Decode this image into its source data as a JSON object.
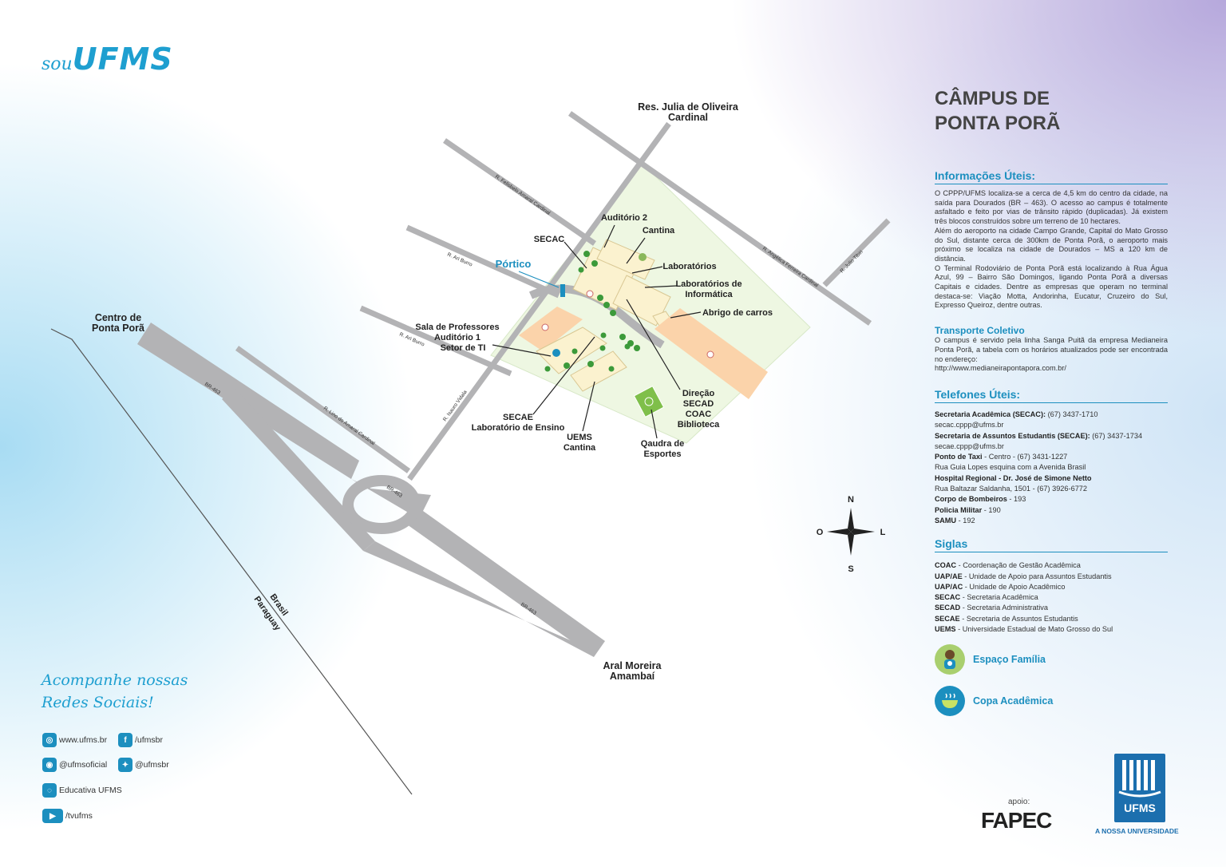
{
  "brand": {
    "sou": "sou",
    "ufms": "UFMS"
  },
  "map": {
    "streets": {
      "felisbelo": "R. Felisbelo Amaral Cardinal",
      "ari_burro_1": "R. Ari Burro",
      "ari_burro_2": "R. Ari Burro",
      "lino": "R. Lino do Amaral Cardinal",
      "isauro": "R. Isauro Vidala",
      "angelica": "R. Angélica Ferreira Cardinal",
      "julio": "R. Julio Tibiri",
      "br463_1": "BR-463",
      "br463_2": "BR-463",
      "br463_3": "BR-463",
      "brasil": "Brasil",
      "paraguay": "Paraguay"
    },
    "places": {
      "res_julia_1": "Res. Julia de Oliveira",
      "res_julia_2": "Cardinal",
      "centro_1": "Centro de",
      "centro_2": "Ponta Porã",
      "aral_1": "Aral Moreira",
      "aral_2": "Amambaí"
    },
    "labels": {
      "auditorio2": "Auditório 2",
      "cantina": "Cantina",
      "secac": "SECAC",
      "laboratorios": "Laboratórios",
      "labinfo_1": "Laboratórios de",
      "labinfo_2": "Informática",
      "abrigo": "Abrigo de carros",
      "portico": "Pórtico",
      "sala_1": "Sala de Professores",
      "sala_2": "Auditório 1",
      "sala_3": "Setor de TI",
      "direcao_1": "Direção",
      "direcao_2": "SECAD",
      "direcao_3": "COAC",
      "direcao_4": "Biblioteca",
      "secae_1": "SECAE",
      "secae_2": "Laboratório de Ensino",
      "uems_1": "UEMS",
      "uems_2": "Cantina",
      "quadra_1": "Qaudra de",
      "quadra_2": "Esportes"
    },
    "compass": {
      "n": "N",
      "s": "S",
      "o": "O",
      "l": "L"
    }
  },
  "panel": {
    "title_1": "CÂMPUS DE",
    "title_2": "PONTA PORÃ",
    "info_title": "Informações Úteis:",
    "info_p1": "O CPPP/UFMS localiza-se a cerca de 4,5 km do centro da cidade, na saída para Dourados (BR – 463). O acesso ao campus é totalmente asfaltado e feito por vias de trânsito rápido (duplicadas). Já existem três blocos construídos sobre um terreno de 10 hectares.",
    "info_p2": "Além do aeroporto na cidade Campo Grande, Capital do Mato Grosso do Sul, distante cerca de 300km de Ponta Porã, o aeroporto mais próximo se localiza na cidade de Dourados – MS a 120 km de distância.",
    "info_p3": "O Terminal Rodoviário de Ponta Porã está localizando à Rua Água Azul, 99 – Bairro São Domingos, ligando Ponta Porã a diversas Capitais e cidades. Dentre as empresas que operam no terminal destaca-se: Viação Motta, Andorinha, Eucatur, Cruzeiro do Sul, Expresso Queiroz, dentre outras.",
    "transporte_title": "Transporte Coletivo",
    "transporte_p": "O campus é servido pela linha Sanga Puitã da empresa Medianeira Ponta Porã, a tabela com os horários atualizados pode ser encontrada no endereço:",
    "transporte_url": "http://www.medianeirapontapora.com.br/",
    "tel_title": "Telefones Úteis:",
    "tel": [
      {
        "b": "Secretaria Acadêmica (SECAC):",
        "t": " (67) 3437-1710"
      },
      {
        "b": "",
        "t": "secac.cppp@ufms.br"
      },
      {
        "b": "Secretaria de Assuntos Estudantis (SECAE):",
        "t": " (67) 3437-1734"
      },
      {
        "b": "",
        "t": "secae.cppp@ufms.br"
      },
      {
        "b": "Ponto de Taxi",
        "t": " - Centro - (67) 3431-1227"
      },
      {
        "b": "",
        "t": "Rua Guia Lopes esquina com a Avenida Brasil"
      },
      {
        "b": "Hospital Regional - Dr. José de Simone Netto",
        "t": ""
      },
      {
        "b": "",
        "t": "Rua Baltazar Saldanha, 1501 - (67) 3926-6772"
      },
      {
        "b": "Corpo de Bombeiros",
        "t": " - 193"
      },
      {
        "b": "Policia Militar",
        "t": " - 190"
      },
      {
        "b": "SAMU",
        "t": " - 192"
      }
    ],
    "siglas_title": "Siglas",
    "siglas": [
      {
        "b": "COAC",
        "t": " - Coordenação de Gestão Acadêmica"
      },
      {
        "b": "UAP/AE",
        "t": " - Unidade de Apoio para Assuntos Estudantis"
      },
      {
        "b": "UAP/AC",
        "t": " - Unidade de Apoio Acadêmico"
      },
      {
        "b": "SECAC",
        "t": " - Secretaria Acadêmica"
      },
      {
        "b": "SECAD",
        "t": " - Secretaria Administrativa"
      },
      {
        "b": "SECAE",
        "t": " - Secretaria de Assuntos Estudantis"
      },
      {
        "b": "UEMS",
        "t": " - Universidade Estadual de Mato Grosso do Sul"
      }
    ],
    "espaco_familia": "Espaço Família",
    "copa_academica": "Copa Acadêmica"
  },
  "social": {
    "title_1": "Acompanhe nossas",
    "title_2": "Redes Sociais!",
    "site": "www.ufms.br",
    "facebook": "/ufmsbr",
    "instagram": "@ufmsoficial",
    "twitter": "@ufmsbr",
    "educativa": "Educativa UFMS",
    "youtube": "/tvufms"
  },
  "footer": {
    "apoio": "apoio:",
    "fapec": "FAPEC",
    "ufms_logo": "UFMS",
    "ufms_tag": "A NOSSA UNIVERSIDADE"
  },
  "colors": {
    "accent": "#1c8fbf",
    "road": "#b3b3b5",
    "campus": "#eef7e2",
    "building": "#fbd3aa",
    "yellow_building": "#fbf2cf",
    "tree": "#3c9a3a"
  }
}
